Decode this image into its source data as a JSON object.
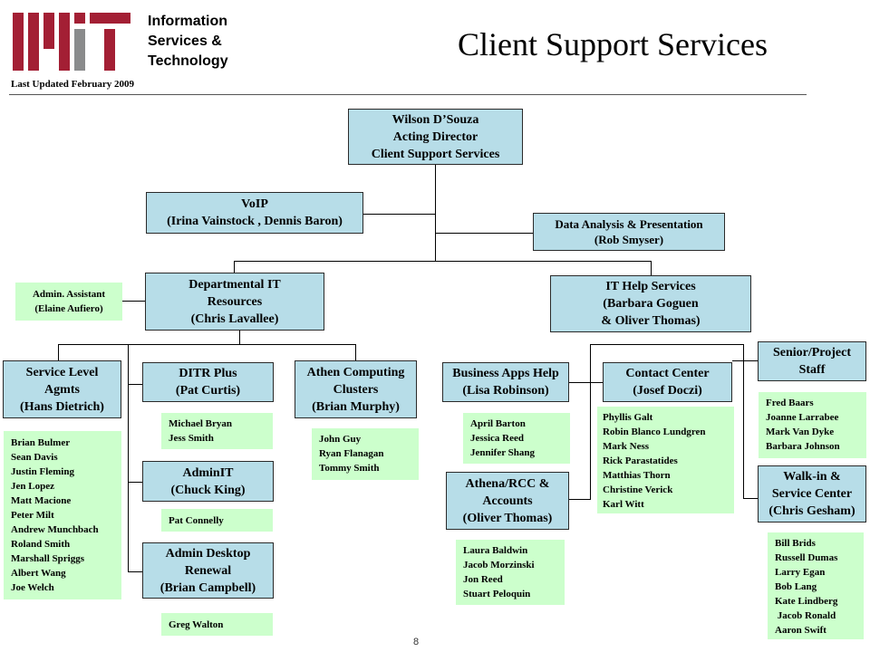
{
  "header": {
    "brand_lines": [
      "Information",
      "Services &",
      "Technology"
    ],
    "title": "Client Support Services",
    "last_updated": "Last Updated  February 2009",
    "logo_color": "#a31f34",
    "logo_gray": "#8a8b8c"
  },
  "director": {
    "name": "Wilson D’Souza",
    "role": "Acting Director",
    "dept": "Client Support Services"
  },
  "voip": {
    "title": "VoIP",
    "people": "(Irina Vainstock , Dennis Baron)"
  },
  "data_analysis": {
    "title": "Data Analysis & Presentation",
    "person": "(Rob Smyser)"
  },
  "dept_it": {
    "title": "Departmental IT",
    "line2": "Resources",
    "person": "(Chris Lavallee)"
  },
  "admin_assistant": {
    "title": "Admin. Assistant",
    "person": "(Elaine Aufiero)"
  },
  "it_help": {
    "title": "IT Help Services",
    "line2": "(Barbara Goguen",
    "line3": "& Oliver Thomas)"
  },
  "service_level": {
    "title": "Service Level",
    "line2": "Agmts",
    "person": "(Hans Dietrich)",
    "staff": [
      "Brian Bulmer",
      "Sean Davis",
      "Justin Fleming",
      "Jen Lopez",
      "Matt Macione",
      "Peter Milt",
      "Andrew Munchbach",
      "Roland Smith",
      "Marshall Spriggs",
      "Albert Wang",
      "Joe Welch"
    ]
  },
  "ditr": {
    "title": "DITR Plus",
    "person": "(Pat Curtis)",
    "staff": [
      "Michael Bryan",
      "Jess Smith"
    ]
  },
  "adminit": {
    "title": "AdminIT",
    "person": "(Chuck King)",
    "staff": [
      "Pat Connelly"
    ]
  },
  "desktop": {
    "title": "Admin Desktop",
    "line2": "Renewal",
    "person": "(Brian Campbell)",
    "staff": [
      "Greg Walton"
    ]
  },
  "athen": {
    "title": "Athen Computing",
    "line2": "Clusters",
    "person": "(Brian Murphy)",
    "staff": [
      "John Guy",
      "Ryan Flanagan",
      "Tommy Smith"
    ]
  },
  "business_apps": {
    "title": "Business Apps Help",
    "person": "(Lisa Robinson)",
    "staff": [
      "April Barton",
      "Jessica Reed",
      "Jennifer Shang"
    ]
  },
  "athena_rcc": {
    "title": "Athena/RCC &",
    "line2": "Accounts",
    "person": "(Oliver Thomas)",
    "staff": [
      "Laura Baldwin",
      "Jacob Morzinski",
      "Jon Reed",
      "Stuart Peloquin"
    ]
  },
  "contact_center": {
    "title": "Contact Center",
    "person": "(Josef Doczi)",
    "staff": [
      "Phyllis Galt",
      "Robin Blanco Lundgren",
      "Mark Ness",
      "Rick Parastatides",
      "Matthias Thorn",
      "Christine Verick",
      "Karl Witt"
    ]
  },
  "senior": {
    "title": "Senior/Project",
    "line2": "Staff",
    "staff": [
      "Fred Baars",
      "Joanne Larrabee",
      "Mark Van Dyke",
      "Barbara Johnson"
    ]
  },
  "walkin": {
    "title": "Walk-in &",
    "line2": "Service Center",
    "person": "(Chris Gesham)",
    "staff": [
      "Bill Brids",
      "Russell Dumas",
      "Larry Egan",
      "Bob Lang",
      "Kate Lindberg",
      " Jacob Ronald",
      "Aaron Swift"
    ]
  },
  "page_number": "8"
}
